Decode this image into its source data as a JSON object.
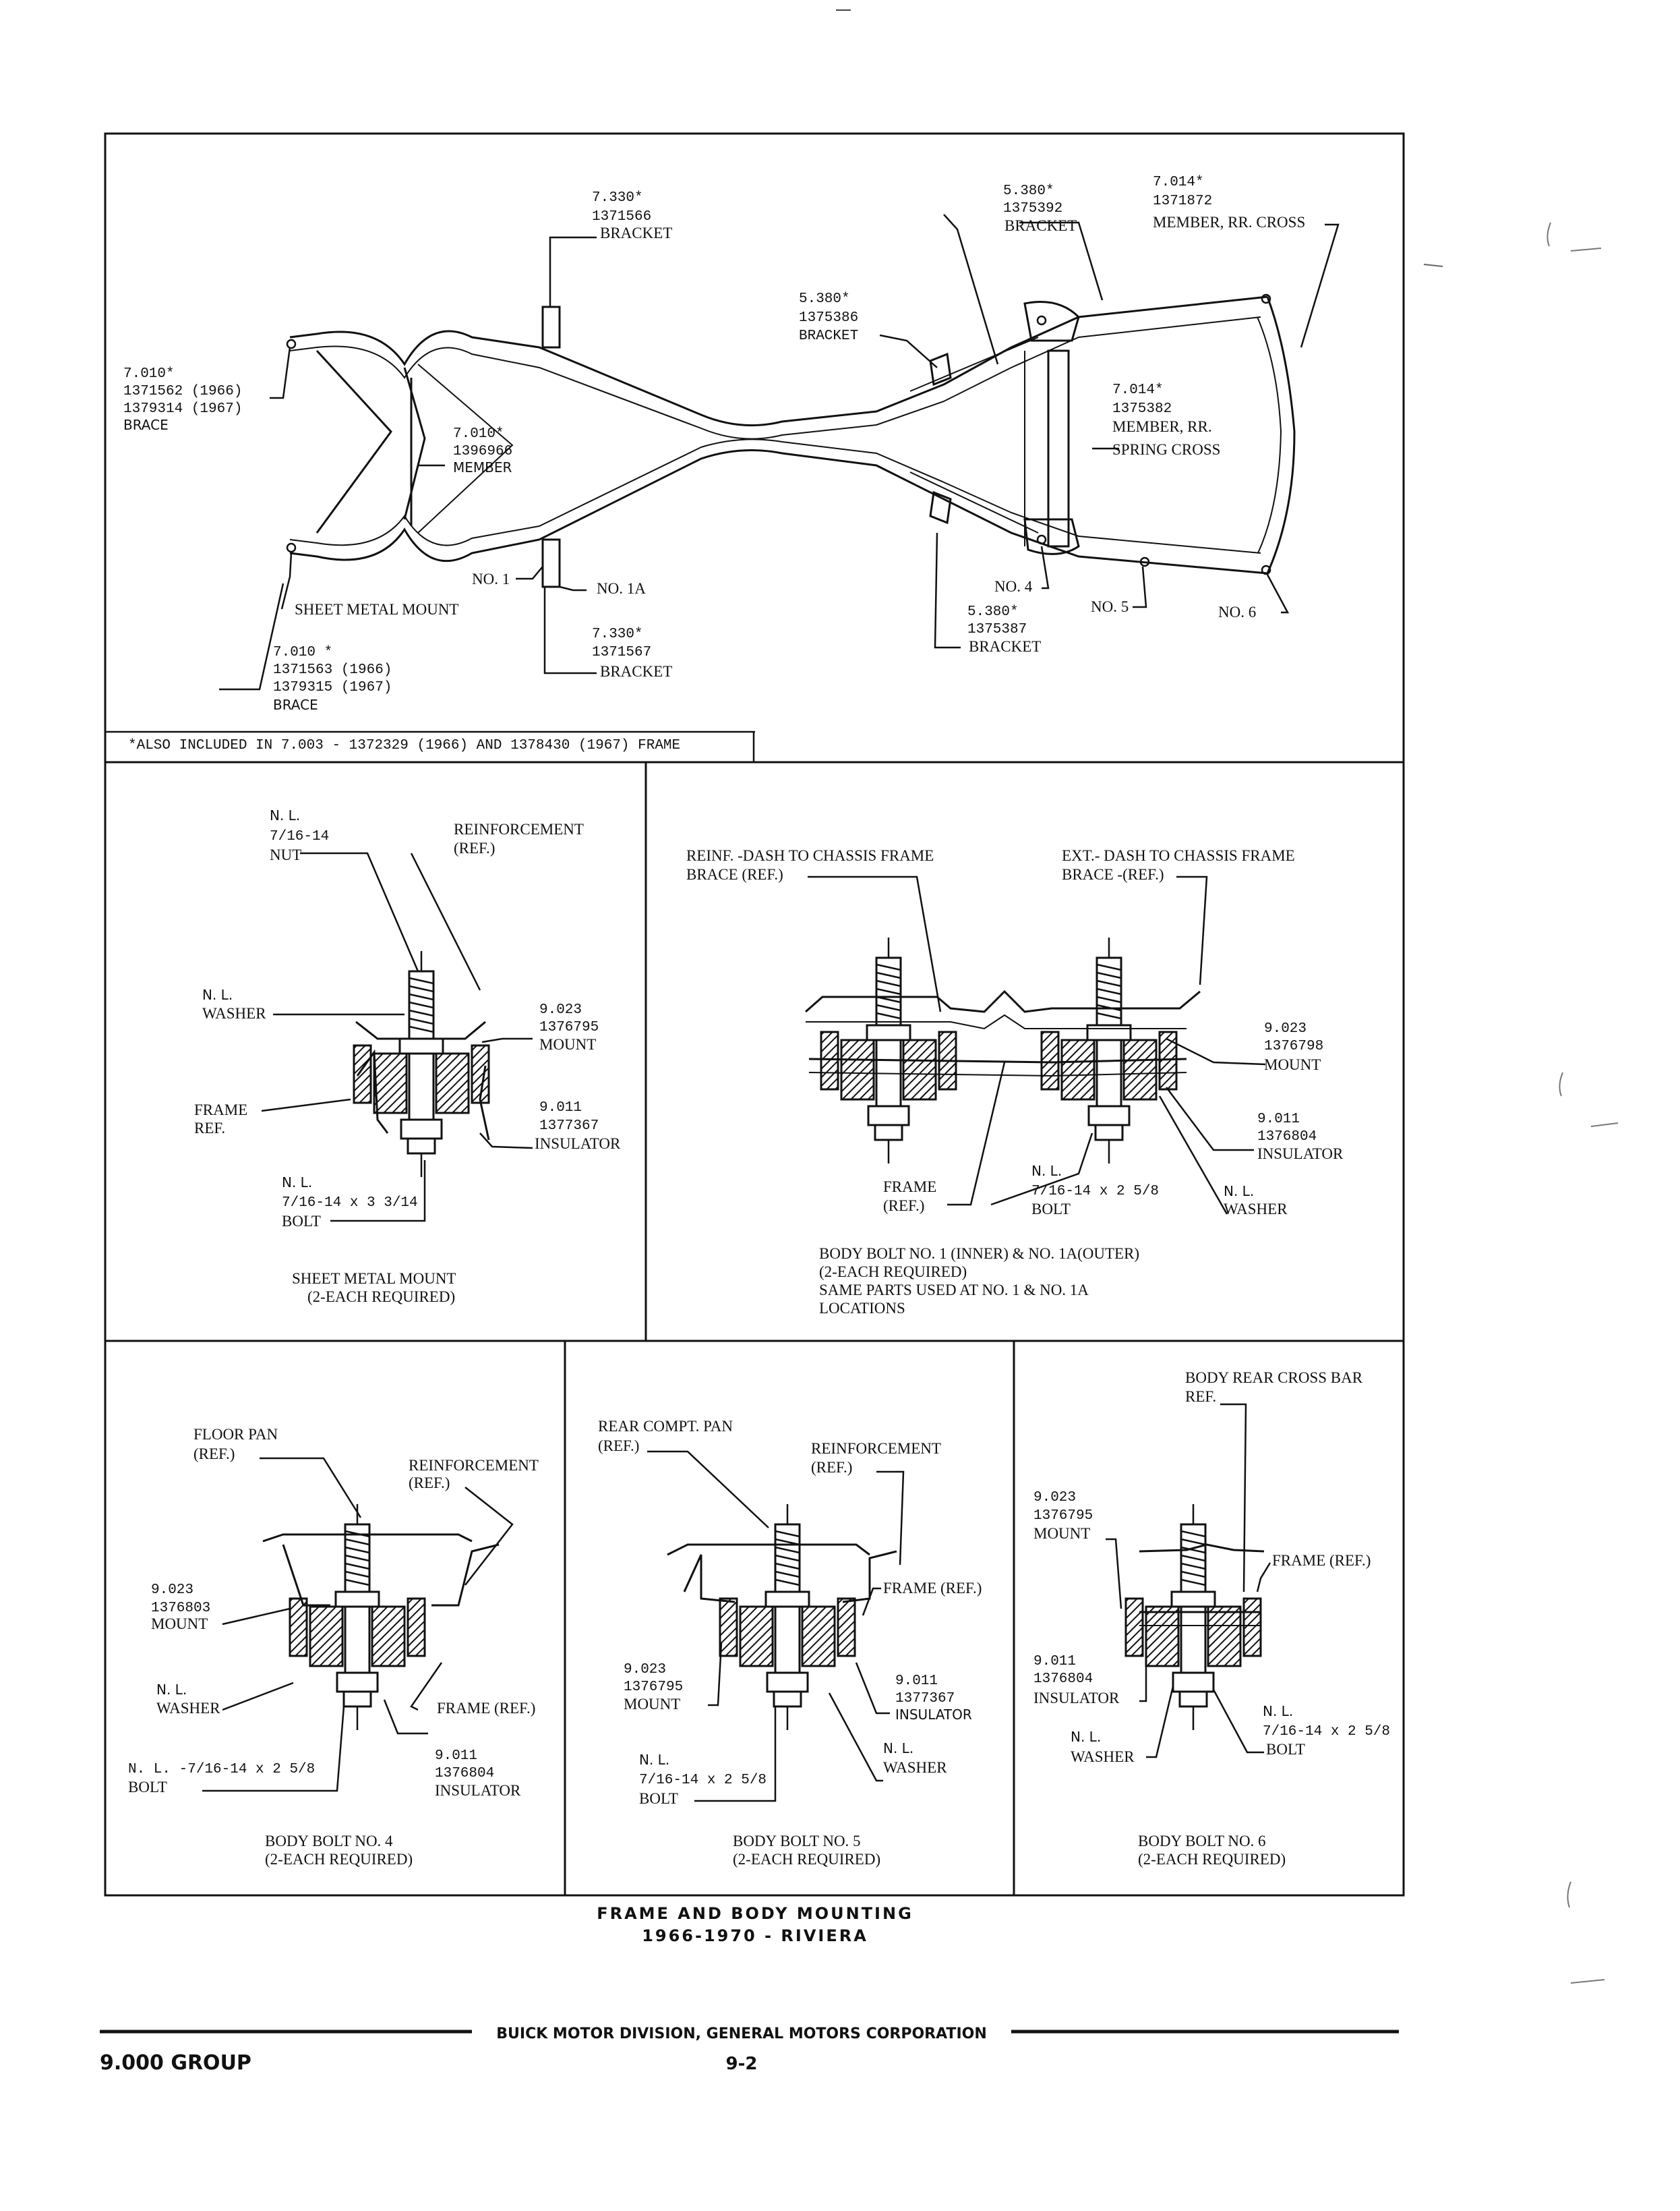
{
  "frame_diagram": {
    "labels": {
      "bracket_7330_a": [
        "7.330*",
        "1371566",
        "BRACKET"
      ],
      "bracket_5380_a": [
        "5.380*",
        "1375392",
        "BRACKET"
      ],
      "member_7014_rr_cross": [
        "7.014*",
        "1371872",
        "MEMBER, RR. CROSS"
      ],
      "bracket_5380_b": [
        "5.380*",
        "1375386",
        "BRACKET"
      ],
      "brace_7010_a": [
        "7.010*",
        "1371562 (1966)",
        "1379314 (1967)",
        "BRACE"
      ],
      "member_7010": [
        "7.010*",
        "1396966",
        "MEMBER"
      ],
      "member_7014_spring": [
        "7.014*",
        "1375382",
        "MEMBER, RR.",
        "SPRING CROSS"
      ],
      "no_1": "NO. 1",
      "no_1a": "NO. 1A",
      "sheet_metal_mount": "SHEET METAL MOUNT",
      "bracket_7330_b": [
        "7.330*",
        "1371567",
        "BRACKET"
      ],
      "no_4": "NO. 4",
      "no_5": "NO. 5",
      "no_6": "NO. 6",
      "bracket_5380_c": [
        "5.380*",
        "1375387",
        "BRACKET"
      ],
      "brace_7010_b": [
        "7.010 *",
        "1371563 (1966)",
        "1379315 (1967)",
        "BRACE"
      ]
    },
    "footnote": "*ALSO INCLUDED IN 7.003 - 1372329 (1966) AND 1378430 (1967) FRAME"
  },
  "panel_sheet_metal": {
    "labels": {
      "nut": [
        "N. L.",
        "7/16-14",
        "NUT"
      ],
      "reinforcement": [
        "REINFORCEMENT",
        "(REF.)"
      ],
      "washer": [
        "N. L.",
        "WASHER"
      ],
      "mount": [
        "9.023",
        "1376795",
        "MOUNT"
      ],
      "frame": [
        "FRAME",
        "REF."
      ],
      "insulator": [
        "9.011",
        "1377367",
        "INSULATOR"
      ],
      "bolt": [
        "N. L.",
        "7/16-14 x 3 3/14",
        "BOLT"
      ]
    },
    "caption": [
      "SHEET METAL MOUNT",
      "(2-EACH REQUIRED)"
    ]
  },
  "panel_body_bolt_1": {
    "labels": {
      "reinf_dash": [
        "REINF. -DASH TO CHASSIS FRAME",
        "BRACE (REF.)"
      ],
      "ext_dash": [
        "EXT.- DASH TO CHASSIS FRAME",
        "BRACE -(REF.)"
      ],
      "mount": [
        "9.023",
        "1376798",
        "MOUNT"
      ],
      "insulator": [
        "9.011",
        "1376804",
        "INSULATOR"
      ],
      "frame": [
        "FRAME",
        "(REF.)"
      ],
      "bolt": [
        "N. L.",
        "7/16-14 x 2 5/8",
        "BOLT"
      ],
      "washer": [
        "N. L.",
        "WASHER"
      ]
    },
    "caption": [
      "BODY BOLT NO. 1 (INNER) & NO. 1A(OUTER)",
      "(2-EACH REQUIRED)",
      "SAME PARTS USED AT NO. 1 & NO. 1A",
      "LOCATIONS"
    ]
  },
  "panel_body_bolt_4": {
    "labels": {
      "floor_pan": [
        "FLOOR PAN",
        "(REF.)"
      ],
      "reinforcement": [
        "REINFORCEMENT",
        "(REF.)"
      ],
      "mount": [
        "9.023",
        "1376803",
        "MOUNT"
      ],
      "washer": [
        "N. L.",
        "WASHER"
      ],
      "frame": "FRAME (REF.)",
      "bolt": [
        "N. L. -7/16-14 x 2 5/8",
        "BOLT"
      ],
      "insulator": [
        "9.011",
        "1376804",
        "INSULATOR"
      ]
    },
    "caption": [
      "BODY BOLT NO. 4",
      "(2-EACH REQUIRED)"
    ]
  },
  "panel_body_bolt_5": {
    "labels": {
      "rear_pan": [
        "REAR COMPT. PAN",
        "(REF.)"
      ],
      "reinforcement": [
        "REINFORCEMENT",
        "(REF.)"
      ],
      "frame": "FRAME (REF.)",
      "mount": [
        "9.023",
        "1376795",
        "MOUNT"
      ],
      "insulator": [
        "9.011",
        "1377367",
        "INSULATOR"
      ],
      "bolt": [
        "N. L.",
        "7/16-14 x 2 5/8",
        "BOLT"
      ],
      "washer": [
        "N. L.",
        "WASHER"
      ]
    },
    "caption": [
      "BODY BOLT NO. 5",
      "(2-EACH REQUIRED)"
    ]
  },
  "panel_body_bolt_6": {
    "labels": {
      "cross_bar": [
        "BODY REAR CROSS BAR",
        "REF."
      ],
      "mount": [
        "9.023",
        "1376795",
        "MOUNT"
      ],
      "frame": "FRAME (REF.)",
      "insulator": [
        "9.011",
        "1376804",
        "INSULATOR"
      ],
      "bolt": [
        "N. L.",
        "7/16-14 x 2 5/8",
        "BOLT"
      ],
      "washer": [
        "N. L.",
        "WASHER"
      ]
    },
    "caption": [
      "BODY BOLT NO. 6",
      "(2-EACH REQUIRED)"
    ]
  },
  "figure_title": [
    "FRAME AND BODY MOUNTING",
    "1966-1970 - RIVIERA"
  ],
  "footer": {
    "division": "BUICK MOTOR DIVISION, GENERAL MOTORS CORPORATION",
    "group": "9.000 GROUP",
    "page": "9-2"
  }
}
